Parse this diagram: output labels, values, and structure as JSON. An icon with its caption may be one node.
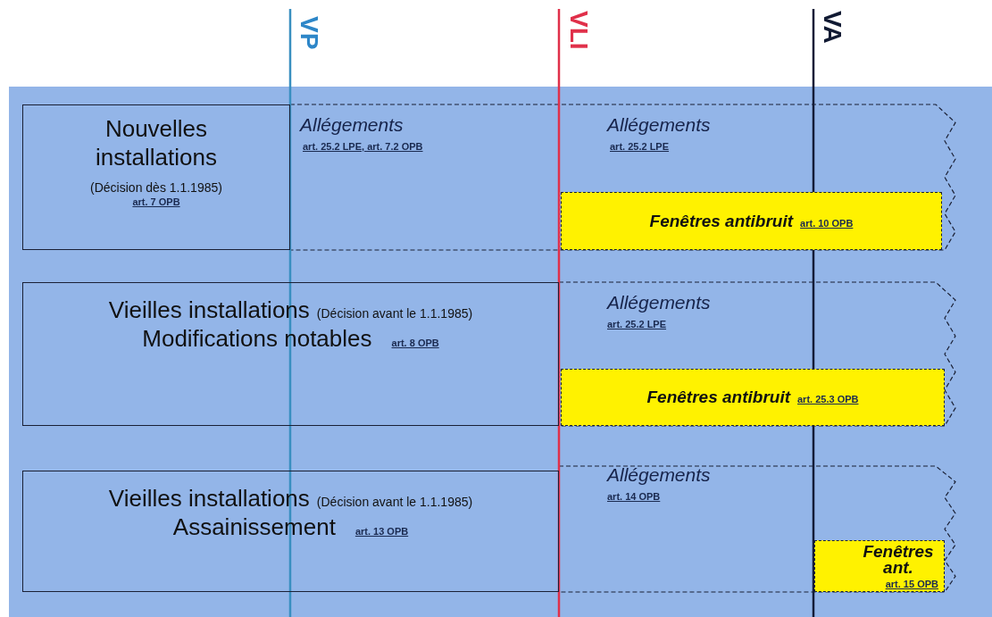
{
  "diagram": {
    "nodes": [
      {
        "text": [
          "Nouvelles installations",
          "(Décision dès 1.1.1985)",
          "art. 7 OPB"
        ]
      },
      {
        "text": [
          "Fenêtres antibruit",
          "art. 10 OPB"
        ]
      },
      {
        "text": [
          "Vieilles installations",
          "(Décision avant le 1.1.1985)",
          "Modifications notables",
          "art. 8 OPB"
        ]
      },
      {
        "text": [
          "Fenêtres antibruit",
          "art. 25.3 OPB"
        ]
      },
      {
        "text": [
          "Vieilles installations",
          "(Décision avant le 1.1.1985)",
          "Assainissement",
          "art. 13 OPB"
        ]
      },
      {
        "text": [
          "Fenêtres ant.",
          "art. 15 OPB"
        ]
      }
    ],
    "labels": [
      "VP",
      "VLI",
      "VA",
      "Allégements",
      "art. 25.2 LPE, art. 7.2 OPB",
      "Allégements",
      "art. 25.2 LPE",
      "Allégements",
      "art. 25.2 LPE",
      "Allégements",
      "art. 14 OPB"
    ]
  }
}
